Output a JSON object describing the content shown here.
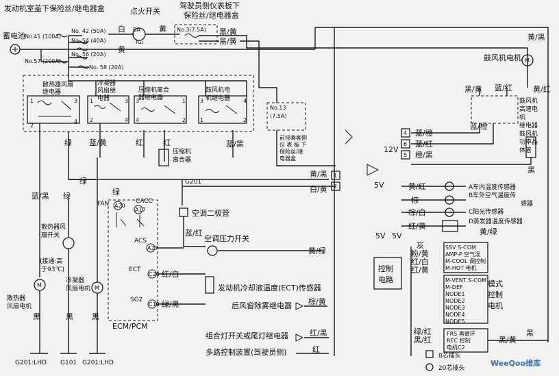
{
  "title": {
    "engine_box": "发动机室盖下保险丝/继电器盒",
    "ignition": "点火开关",
    "dash_box_line1": "驾驶员侧仪表板下",
    "dash_box_line2": "保险丝/继电器盒"
  },
  "battery": "蓄电池",
  "fuses": {
    "f41": "No.41 (100A)",
    "f42": "No. 42 (50A)",
    "f54": "No. 54 (40A)",
    "f56": "No. 56 (20A)",
    "f57": "No.57 (200A)",
    "f58": "No. 58 (20A)",
    "f3": "No.3(7.5A)",
    "f13_a": "No.13",
    "f13_b": "(7.5A)"
  },
  "ignition_terms": {
    "ba": "BA",
    "ig": "IG₂"
  },
  "relays": {
    "radiator_fan": [
      "散热器风扇",
      "继电器"
    ],
    "condenser_fan": [
      "冷凝器",
      "风扇继",
      "电器"
    ],
    "compressor_clutch": [
      "压缩机离合",
      "器继电器"
    ],
    "blower": [
      "鼓风机电",
      "机继电器"
    ]
  },
  "passenger_box": [
    "前排乘客侧",
    "仪 表 板 下",
    "保险丝/继",
    "电器盒"
  ],
  "wires": {
    "white": "白",
    "yellow": "黄",
    "red_black": "黑/黄",
    "green": "绿",
    "blue_yellow": "蓝/黄",
    "red": "红",
    "blue_black": "蓝/黑",
    "yellow_black": "黄/黑",
    "white_yellow": "白/黄",
    "black_yellow": "黑/黄",
    "blue_red": "蓝/红",
    "red_white": "红/白",
    "green_black": "绿/黑",
    "brown_yellow": "棕/黄",
    "red_black2": "红/黑",
    "white_red": "白",
    "blue_orange": "蓝/橙",
    "blue_red2": "蓝/红",
    "orange_black": "橙/黑",
    "black": "黑",
    "yellow_green": "黄/绿",
    "yellow_red": "黄/红",
    "brown": "棕",
    "brown_white": "棕/白",
    "red_yellow": "红/黄",
    "gray": "灰",
    "pink_yellow": "粉/黄",
    "red_white2": "红/白",
    "red_yellow2": "红/黄",
    "black_yellow_b": "黑/黄",
    "green_red": "绿/红",
    "black_red": "黑/红"
  },
  "components": {
    "compressor_clutch": [
      "压缩机",
      "离合器"
    ],
    "g201": "G201",
    "ac_diode": "空调二极管",
    "ac_pressure_switch": "空调压力开关",
    "fan": "FAN",
    "cacc": "CACC",
    "acs": "ACS",
    "ect": "ECT",
    "sg2": "SG2",
    "ecm_pcm": "ECM/PCM",
    "ect_sensor": "发动机冷却液温度(ECT)传感器",
    "rear_defog": "后风窗除雾继电器",
    "lamp_relay": "组合灯开关或尾灯继电器",
    "mux": "多路控制装置(驾驶员侧)",
    "radiator_fan_switch": [
      "散热器风",
      "扇开关"
    ],
    "switch_note": [
      "(接通:高",
      "于93℃)"
    ],
    "radiator_fan_motor": [
      "散热器",
      "风扇电机"
    ],
    "condenser_fan_motor": [
      "冷凝器",
      "风扇电机"
    ],
    "blower_motor": "鼓风机电机",
    "blower_hs": [
      "鼓风机",
      "高速电",
      "机",
      "继电器"
    ],
    "power_transistor": [
      "鼓风机",
      "功率晶",
      "体管"
    ],
    "v12": "12V",
    "v5a": "5V",
    "v5b": "5V",
    "v5c": "5V",
    "sensors": [
      "A车内温度传感器",
      "B车外空气温度传",
      "感器",
      "C阳光传感器",
      "D蒸发器温度传感器"
    ],
    "control_unit": [
      "控制",
      "电路"
    ],
    "air_mix": [
      "SSV S-COM",
      "AMP-P 空气混",
      "M-COOL 调控制",
      "M-HOT 电机"
    ],
    "mode": [
      "M-VENT S-COM",
      "M-DEF",
      "NODE1",
      "NODE2",
      "NODE3",
      "NODE4",
      "NODE5"
    ],
    "mode_motor": [
      "模式",
      "控制",
      "电机"
    ],
    "recirc": [
      "FRS 再循环",
      "REC 控制",
      "电机C2"
    ],
    "legend_8": "8芯插头",
    "legend_20": "20芯插头"
  },
  "grounds": {
    "g201_lhd_a": "G201:LHD",
    "g101": "G101",
    "g201_lhd_b": "G201:LHD"
  },
  "watermark": "WeeQoo维库"
}
